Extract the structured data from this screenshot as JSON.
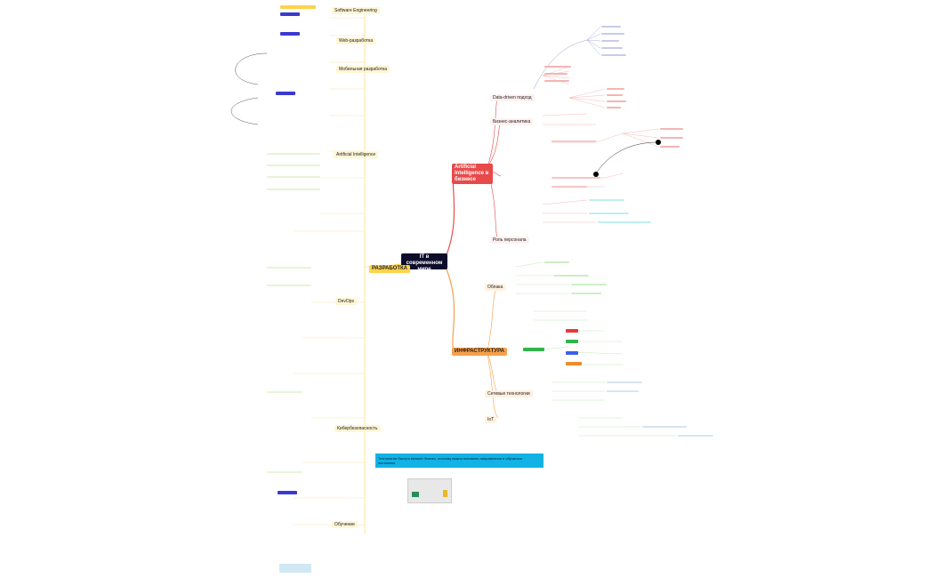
{
  "map": {
    "center": "IT в современном мире",
    "branches": {
      "development": "РАЗРАБОТКА",
      "ai": "Artificial Intelligence в бизнесе",
      "infrastructure": "ИНФРАСТРУКТУРА"
    },
    "topics": {
      "ai_data": "Data-driven подход",
      "ai_business": "Бизнес-аналитика",
      "ai_people": "Роль персонала",
      "infra_cloud": "Облака",
      "infra_network": "Сетевые технологии",
      "infra_iot": "IoT",
      "dev_software": "Software Engineering",
      "dev_web": "Web-разработка",
      "dev_mobile": "Мобильная разработка",
      "dev_ai_ml": "Artificial Intelligence",
      "dev_devops": "DevOps",
      "dev_security": "Кибербезопасность",
      "dev_learning": "Обучение"
    },
    "note": "Технологии быстро меняют бизнес, поэтому важно понимать направления и обучаться постоянно.",
    "colors": {
      "development": "#ffd24a",
      "ai": "#e84a4a",
      "infrastructure": "#f5a04a",
      "center": "#0d0d2b",
      "note": "#12b2e5"
    }
  }
}
